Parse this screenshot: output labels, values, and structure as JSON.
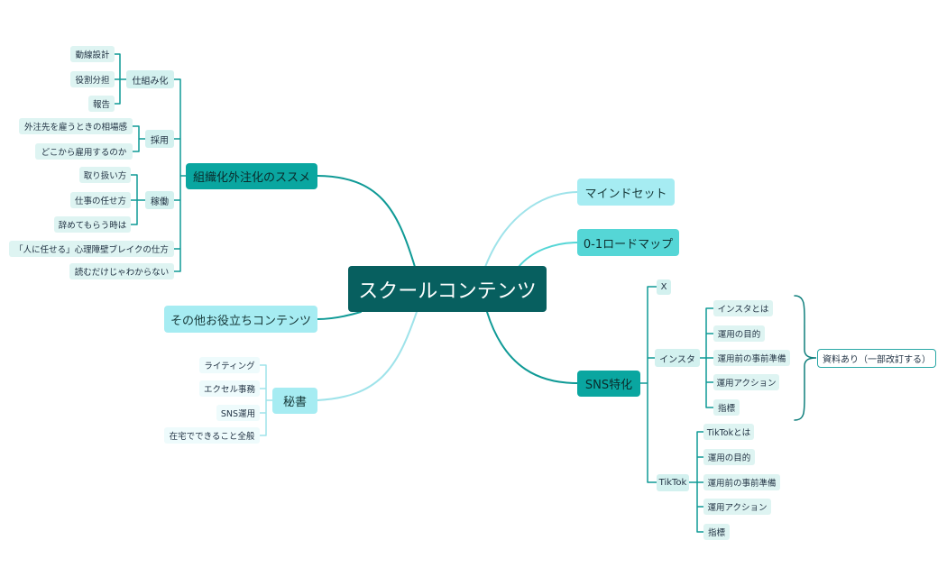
{
  "root": "スクールコンテンツ",
  "left": {
    "outsource": {
      "label": "組織化外注化のススメ",
      "shikumi": {
        "label": "仕組み化",
        "items": [
          "動線設計",
          "役割分担",
          "報告"
        ]
      },
      "saiyo": {
        "label": "採用",
        "items": [
          "外注先を雇うときの相場感",
          "どこから雇用するのか"
        ]
      },
      "kado": {
        "label": "稼働",
        "items": [
          "取り扱い方",
          "仕事の任せ方",
          "辞めてもらう時は"
        ]
      },
      "extra": [
        "「人に任せる」心理障壁ブレイクの仕方",
        "読むだけじゃわからない"
      ]
    },
    "other": {
      "label": "その他お役立ちコンテンツ"
    },
    "secretary": {
      "label": "秘書",
      "items": [
        "ライティング",
        "エクセル事務",
        "SNS運用",
        "在宅でできること全般"
      ]
    }
  },
  "right": {
    "mindset": {
      "label": "マインドセット"
    },
    "roadmap": {
      "label": "0-1ロードマップ"
    },
    "sns": {
      "label": "SNS特化",
      "x": "X",
      "insta": {
        "label": "インスタ",
        "items": [
          "インスタとは",
          "運用の目的",
          "運用前の事前準備",
          "運用アクション",
          "指標"
        ]
      },
      "tiktok": {
        "label": "TikTok",
        "items": [
          "TikTokとは",
          "運用の目的",
          "運用前の事前準備",
          "運用アクション",
          "指標"
        ]
      },
      "note": "資料あり（一部改訂する）"
    }
  },
  "colors": {
    "root": "#075f5f",
    "dark": "#0aa6a0",
    "mid": "#55d6d6",
    "light": "#a6ecf2",
    "line_dark": "#0f9a96",
    "line_light": "#9fe3ea"
  }
}
